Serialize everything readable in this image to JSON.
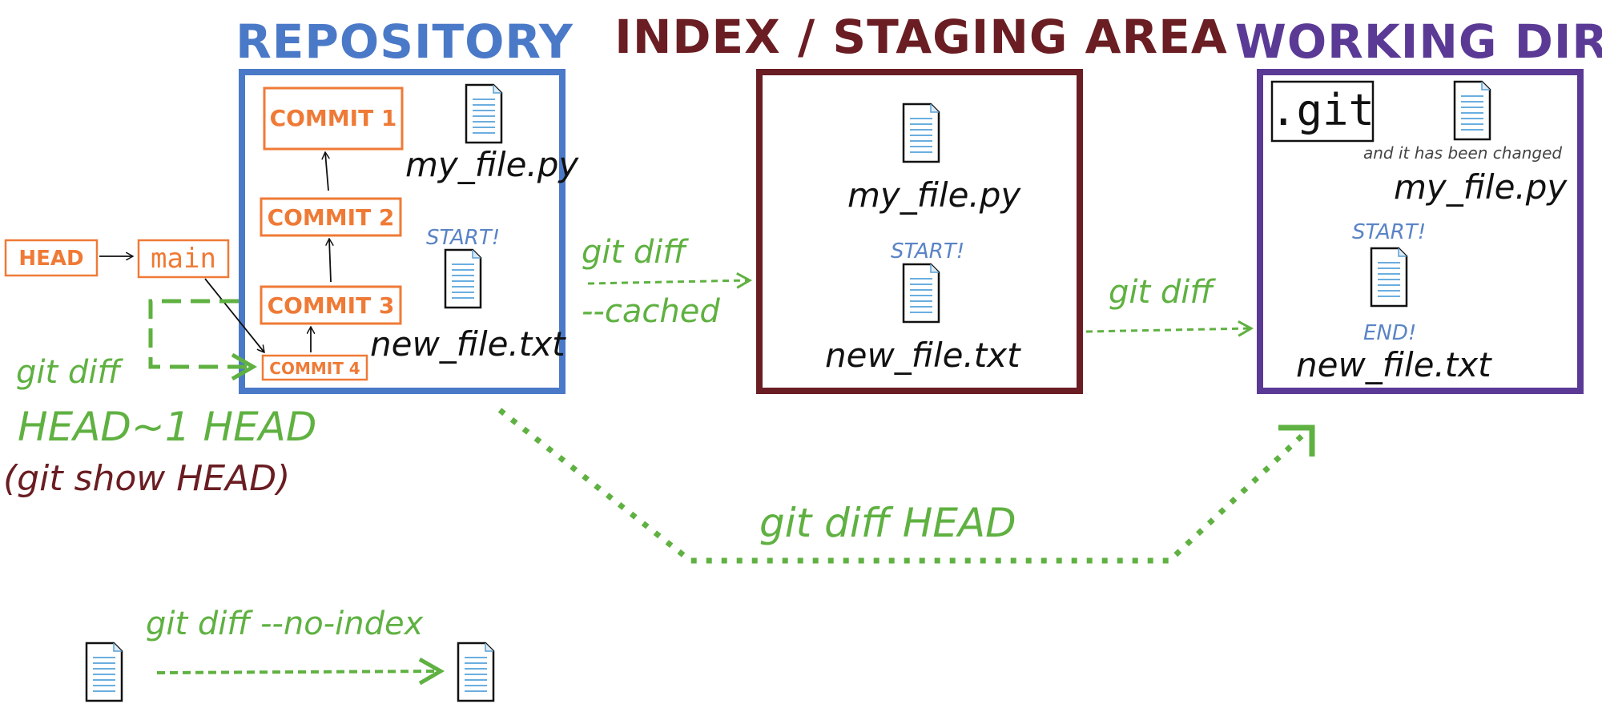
{
  "sections": {
    "repository": {
      "title": "REPOSITORY",
      "color": "#4a79c8"
    },
    "index": {
      "title": "INDEX / STAGING AREA",
      "color": "#6a1d22"
    },
    "working_dir": {
      "title": "WORKING DIR",
      "color": "#5b3a96"
    }
  },
  "commits": [
    "COMMIT 1",
    "COMMIT 2",
    "COMMIT 3",
    "COMMIT 4"
  ],
  "refs": {
    "head": "HEAD",
    "main": "main"
  },
  "files": {
    "repo_my_file": "my_file.py",
    "repo_new_file": "new_file.txt",
    "index_my_file": "my_file.py",
    "index_new_file": "new_file.txt",
    "wd_my_file": "my_file.py",
    "wd_new_file": "new_file.txt"
  },
  "markers": {
    "repo_start": "START!",
    "index_start": "START!",
    "wd_start": "START!",
    "wd_end": "END!"
  },
  "wd_git_label": ".git",
  "wd_changed_note": "and it has been changed",
  "commands": {
    "cached_line1": "git diff",
    "cached_line2": "--cached",
    "index_wd": "git diff",
    "head_head1_line1": "git diff",
    "head_head1_line2": "HEAD~1 HEAD",
    "git_show": "(git show HEAD)",
    "diff_head": "git diff HEAD",
    "no_index": "git diff --no-index"
  },
  "colors": {
    "commit_orange": "#ef7a36",
    "arrow_green": "#5fb141",
    "marker_blue": "#5a84c6"
  },
  "icons": [
    "document-icon"
  ]
}
